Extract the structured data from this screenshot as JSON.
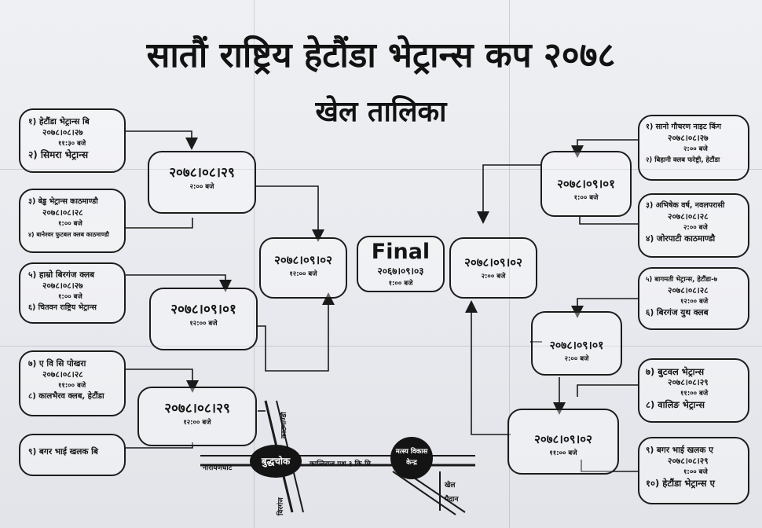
{
  "title": "सातौं राष्ट्रिय हेटौंडा भेट्रान्स कप २०७८",
  "subtitle": "खेल तालिका",
  "left_teams": [
    {
      "l1": "१) हेटौंडा भेट्रान्स बि",
      "date": "२०७८।०८।२७",
      "time": "११:३० बजे",
      "l2": "२) सिमरा भेट्रान्स"
    },
    {
      "l1": "३) बेड्ढ भेट्रान्स काठमाण्डौ",
      "date": "२०७८।०८।२८",
      "time": "१:०० बजे",
      "l2": "४) बानेश्वर फुटबल क्लब काठमाण्डौ"
    },
    {
      "l1": "५) हाम्रो बिरगंज क्लब",
      "date": "२०७८।०८।२७",
      "time": "१:०० बजे",
      "l2": "६) चितवन राष्ट्रिय भेट्रान्स"
    },
    {
      "l1": "७) ए वि सि पोखरा",
      "date": "२०७८।०८।२८",
      "time": "११:०० बजे",
      "l2": "८) कालभैरव क्लब, हेटौंडा"
    },
    {
      "l1": "९) बगर भाई खलक बि"
    }
  ],
  "right_teams": [
    {
      "l1": "१) सानो गौचरण नाइट किंग",
      "date": "२०७८।०८।२७",
      "time": "२:०० बजे",
      "l2": "२) बिहानी क्लब फरेष्ट्री, हेटौंडा"
    },
    {
      "l1": "३) अभिषेक वर्ष, नवलपरासी",
      "date": "२०७८।०८।२८",
      "time": "२:०० बजे",
      "l2": "४) जोरपाटी काठमाण्डौ"
    },
    {
      "l1": "५) बागमती भेट्रान्स, हेटौंडा-७",
      "date": "२०७८।०८।२८",
      "time": "१२:०० बजे",
      "l2": "६) बिरगंज युथ क्लब"
    },
    {
      "l1": "७) बुटवल भेट्रान्स",
      "date": "२०७८।०८।२९",
      "time": "११:०० बजे",
      "l2": "८) वालिङ भेट्रान्स"
    },
    {
      "l1": "९) बगर भाई खलक ए",
      "date": "२०७८।०८।२९",
      "time": "१:०० बजे",
      "l2": "१०) हेटौंडा भेट्रान्स ए"
    }
  ],
  "matches": {
    "l1": {
      "date": "२०७८।०८।२९",
      "time": "२:०० बजे"
    },
    "l2": {
      "date": "२०७८।०९।०१",
      "time": "१२:०० बजे"
    },
    "l3": {
      "date": "२०७८।०८।२९",
      "time": "१२:०० बजे"
    },
    "lsemi": {
      "date": "२०७८।०९।०२",
      "time": "१२:०० बजे"
    },
    "r1": {
      "date": "२०७८।०९।०१",
      "time": "१:०० बजे"
    },
    "r2": {
      "date": "२०७८।०९।०१",
      "time": "२:०० बजे"
    },
    "r3": {
      "date": "२०७८।०९।०२",
      "time": "११:०० बजे"
    },
    "rsemi": {
      "date": "२०७८।०९।०२",
      "time": "२:०० बजे"
    },
    "final": {
      "label": "Final",
      "date": "२०६७।०९।०३",
      "time": "१:०० बजे"
    }
  },
  "map": {
    "left_road": "नारायणघाट",
    "top_road": "काठमाण्डौ",
    "bottom_road": "विरगंज",
    "chowk": "बुद्धचोक",
    "road_label": "कान्तिराज पश ३ कि.मि",
    "landmark": "मत्स्य विकास केन्द्र",
    "ground_1": "खेल",
    "ground_2": "मैदान"
  }
}
